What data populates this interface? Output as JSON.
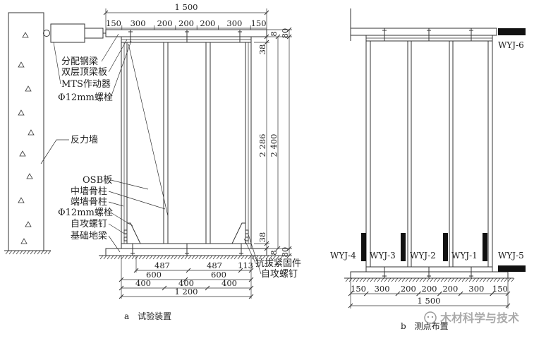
{
  "figure": {
    "panel_a": {
      "caption": "a　试验装置",
      "top_dims": {
        "total": "1 500",
        "segments": [
          "150",
          "300",
          "200",
          "200",
          "200",
          "300",
          "150"
        ]
      },
      "right_dims": {
        "gap_top": "8",
        "beam_top": "80",
        "top_plate": "38",
        "stud_length": "2 286",
        "wall_height": "2 400",
        "bottom_plate": "38",
        "gap_bottom": "8",
        "beam_bottom": "80"
      },
      "labels": {
        "distribution_beam": "分配钢梁",
        "double_top_plate": "双层顶梁板",
        "mts_actuator": "MTS作动器",
        "bolt_top": "Φ12mm螺栓",
        "reaction_wall": "反力墙",
        "osb_panel": "OSB板",
        "middle_stud": "中墙骨柱",
        "end_stud": "端墙骨柱",
        "bolt_bottom": "Φ12mm螺栓",
        "screw_left": "自攻螺钉",
        "foundation_beam": "基础地梁",
        "hold_down": "抗拔紧固件",
        "screw_right": "自攻螺钉"
      },
      "bottom_dims": {
        "bolt_spacing": [
          "487",
          "487",
          "113"
        ],
        "half_spacing": [
          "600",
          "600"
        ],
        "stud_spacing": [
          "400",
          "400",
          "400"
        ],
        "total": "1 200"
      }
    },
    "panel_b": {
      "caption": "b　测点布置",
      "sensors": {
        "wyj6": "WYJ-6",
        "wyj4": "WYJ-4",
        "wyj3": "WYJ-3",
        "wyj2": "WYJ-2",
        "wyj1": "WYJ-1",
        "wyj5": "WYJ-5"
      },
      "bottom_dims": {
        "segments": [
          "150",
          "300",
          "200",
          "200",
          "200",
          "300",
          "150"
        ],
        "total": "1 500"
      }
    },
    "watermark": "木材科学与技术"
  },
  "colors": {
    "line": "#333333",
    "sensor": "#111111",
    "watermark": "#8a8a8a"
  }
}
